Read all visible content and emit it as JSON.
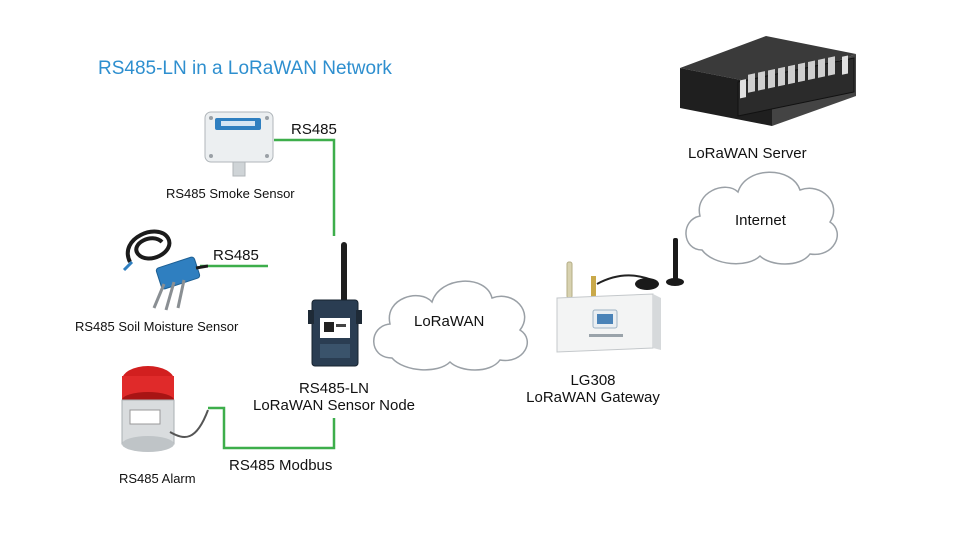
{
  "title": "RS485-LN in a LoRaWAN Network",
  "colors": {
    "title": "#2e8fcf",
    "wire": "#3dae4b",
    "cloud_stroke": "#9aa0a6",
    "server_body": "#2b2b2b"
  },
  "devices": {
    "smoke_sensor": {
      "label": "RS485 Smoke Sensor"
    },
    "soil_sensor": {
      "label": "RS485 Soil Moisture Sensor"
    },
    "alarm": {
      "label": "RS485 Alarm"
    },
    "node": {
      "line1": "RS485-LN",
      "line2": "LoRaWAN Sensor Node"
    },
    "gateway": {
      "line1": "LG308",
      "line2": "LoRaWAN Gateway"
    },
    "server": {
      "label": "LoRaWAN Server"
    }
  },
  "links": {
    "smoke": "RS485",
    "soil": "RS485",
    "alarm": "RS485 Modbus"
  },
  "clouds": {
    "lorawan": "LoRaWAN",
    "internet": "Internet"
  },
  "icons": [
    "smoke-sensor-icon",
    "soil-probe-icon",
    "alarm-beacon-icon",
    "sensor-node-icon",
    "gateway-icon",
    "server-rack-icon",
    "cloud-icon"
  ]
}
